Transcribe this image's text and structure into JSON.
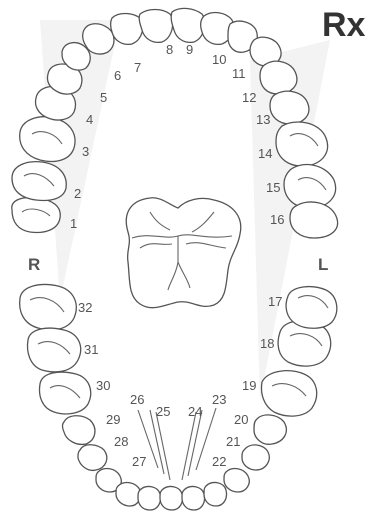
{
  "header": {
    "rx_label": "Rx"
  },
  "sides": {
    "right": "R",
    "left": "L"
  },
  "upper_teeth": [
    {
      "n": "1"
    },
    {
      "n": "2"
    },
    {
      "n": "3"
    },
    {
      "n": "4"
    },
    {
      "n": "5"
    },
    {
      "n": "6"
    },
    {
      "n": "7"
    },
    {
      "n": "8"
    },
    {
      "n": "9"
    },
    {
      "n": "10"
    },
    {
      "n": "11"
    },
    {
      "n": "12"
    },
    {
      "n": "13"
    },
    {
      "n": "14"
    },
    {
      "n": "15"
    },
    {
      "n": "16"
    }
  ],
  "lower_teeth": [
    {
      "n": "17"
    },
    {
      "n": "18"
    },
    {
      "n": "19"
    },
    {
      "n": "20"
    },
    {
      "n": "21"
    },
    {
      "n": "22"
    },
    {
      "n": "23"
    },
    {
      "n": "24"
    },
    {
      "n": "25"
    },
    {
      "n": "26"
    },
    {
      "n": "27"
    },
    {
      "n": "28"
    },
    {
      "n": "29"
    },
    {
      "n": "30"
    },
    {
      "n": "31"
    },
    {
      "n": "32"
    }
  ],
  "colors": {
    "outline": "#555555",
    "background": "#ffffff",
    "watermark": "#f2f2f2"
  }
}
